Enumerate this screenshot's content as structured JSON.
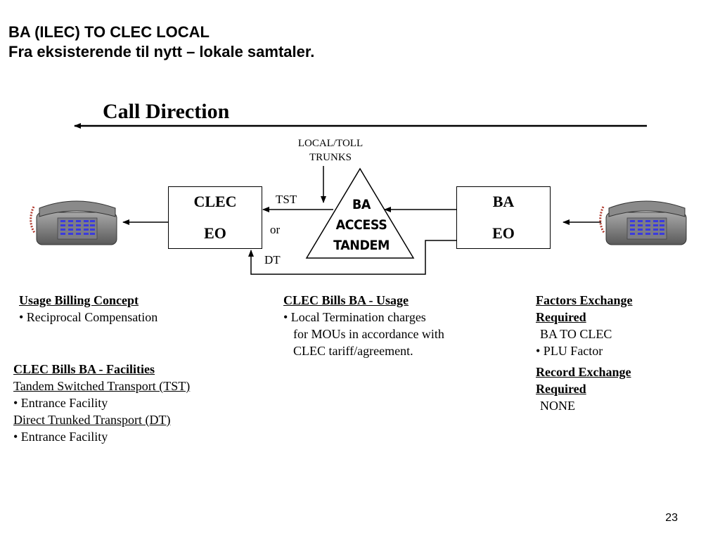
{
  "slide": {
    "title_line1": "BA (ILEC) TO CLEC LOCAL",
    "title_line2": "Fra eksisterende til nytt – lokale samtaler.",
    "page_number": "23"
  },
  "diagram": {
    "call_direction": "Call Direction",
    "trunks_line1": "LOCAL/TOLL",
    "trunks_line2": "TRUNKS",
    "clec_eo": {
      "line1": "CLEC",
      "line2": "EO"
    },
    "ba_eo": {
      "line1": "BA",
      "line2": "EO"
    },
    "tandem": {
      "line1": "BA",
      "line2": "ACCESS",
      "line3": "TANDEM"
    },
    "tst": "TST",
    "or": "or",
    "dt": "DT"
  },
  "usage_billing": {
    "heading": "Usage Billing Concept",
    "item1": "• Reciprocal Compensation"
  },
  "clec_bills_facilities": {
    "heading": "CLEC Bills BA - Facilities",
    "sub1": "Tandem Switched Transport (TST)",
    "item1": "• Entrance Facility",
    "sub2": "Direct Trunked Transport (DT)",
    "item2": "• Entrance Facility"
  },
  "clec_bills_usage": {
    "heading": "CLEC Bills BA - Usage",
    "line1": "• Local Termination charges",
    "line2": "for MOUs in accordance with",
    "line3": "CLEC tariff/agreement."
  },
  "factors": {
    "heading_line1": "Factors Exchange",
    "heading_line2": "Required",
    "line1": "BA TO CLEC",
    "line2": "• PLU Factor"
  },
  "records": {
    "heading_line1": "Record Exchange",
    "heading_line2": "Required",
    "line1": "NONE"
  }
}
